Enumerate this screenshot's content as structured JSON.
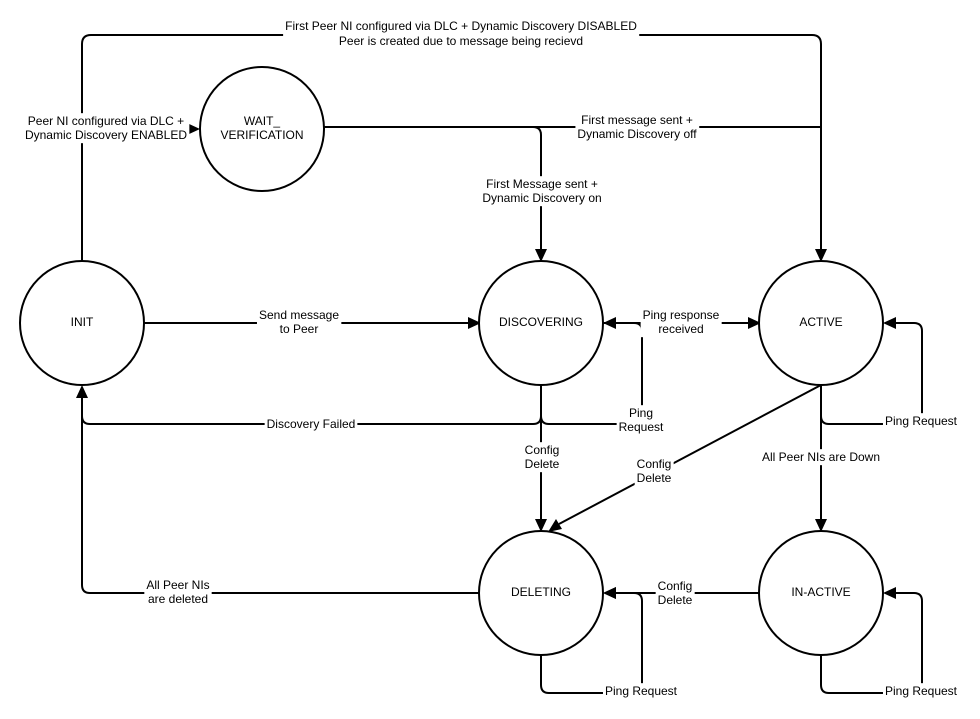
{
  "states": {
    "init": "INIT",
    "wait_verification": [
      "WAIT_",
      "VERIFICATION"
    ],
    "discovering": "DISCOVERING",
    "active": "ACTIVE",
    "deleting": "DELETING",
    "inactive": "IN-ACTIVE"
  },
  "transitions": {
    "init_to_active": [
      "First Peer NI configured via DLC + Dynamic Discovery DISABLED",
      "Peer is created due to message being recievd"
    ],
    "init_to_wait": [
      "Peer NI configured via DLC +",
      "Dynamic Discovery ENABLED"
    ],
    "wait_to_active": [
      "First message sent +",
      "Dynamic Discovery off"
    ],
    "wait_to_discovering": [
      "First Message sent +",
      "Dynamic Discovery on"
    ],
    "init_to_discovering": [
      "Send message",
      "to Peer"
    ],
    "discovering_to_active": [
      "Ping response",
      "received"
    ],
    "discovering_to_init": [
      "Discovery Failed"
    ],
    "discovering_self": [
      "Ping",
      "Request"
    ],
    "discovering_to_deleting": [
      "Config",
      "Delete"
    ],
    "active_to_deleting": [
      "Config",
      "Delete"
    ],
    "active_self": [
      "Ping Request"
    ],
    "active_to_inactive": [
      "All Peer NIs are Down"
    ],
    "inactive_to_deleting": [
      "Config",
      "Delete"
    ],
    "deleting_to_init": [
      "All Peer NIs",
      "are deleted"
    ],
    "deleting_self": [
      "Ping Request"
    ],
    "inactive_self": [
      "Ping Request"
    ]
  }
}
